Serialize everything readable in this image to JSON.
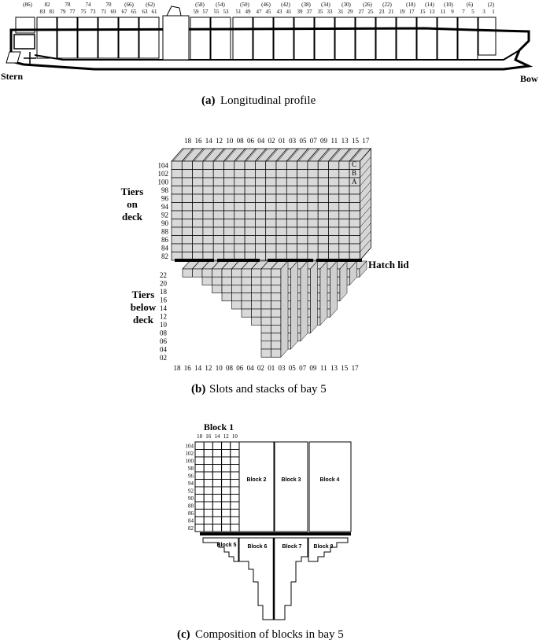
{
  "profile": {
    "top_bays": [
      "(86)",
      "82",
      "78",
      "74",
      "70",
      "(66)",
      "(62)",
      "(58)",
      "(54)",
      "(50)",
      "(46)",
      "(42)",
      "(38)",
      "(34)",
      "(30)",
      "(26)",
      "(22)",
      "(18)",
      "(14)",
      "(10)",
      "(6)",
      "(2)"
    ],
    "sub_bays": [
      "83",
      "81",
      "79",
      "77",
      "75",
      "73",
      "71",
      "69",
      "67",
      "65",
      "63",
      "61",
      "59",
      "57",
      "55",
      "53",
      "51",
      "49",
      "47",
      "45",
      "43",
      "41",
      "39",
      "37",
      "35",
      "33",
      "31",
      "29",
      "27",
      "25",
      "23",
      "21",
      "19",
      "17",
      "15",
      "13",
      "11",
      "9",
      "7",
      "5",
      "3",
      "1"
    ],
    "stern_label": "Stern",
    "bow_label": "Bow",
    "caption_letter": "(a)",
    "caption_text": "Longitudinal profile"
  },
  "bay": {
    "rows_top": [
      "18",
      "16",
      "14",
      "12",
      "10",
      "08",
      "06",
      "04",
      "02",
      "01",
      "03",
      "05",
      "07",
      "09",
      "11",
      "13",
      "15",
      "17"
    ],
    "rows_bottom": [
      "18",
      "16",
      "14",
      "12",
      "10",
      "08",
      "06",
      "04",
      "02",
      "01",
      "03",
      "05",
      "07",
      "09",
      "11",
      "13",
      "15",
      "17"
    ],
    "tiers_on_deck": [
      "104",
      "102",
      "100",
      "98",
      "96",
      "94",
      "92",
      "90",
      "88",
      "86",
      "84",
      "82"
    ],
    "tiers_below_deck": [
      "22",
      "20",
      "18",
      "16",
      "14",
      "12",
      "10",
      "08",
      "06",
      "04",
      "02"
    ],
    "label_on_deck": [
      "Tiers",
      "on",
      "deck"
    ],
    "label_below_deck": [
      "Tiers",
      "below",
      "deck"
    ],
    "hatch_label": "Hatch lid",
    "cba": [
      "C",
      "B",
      "A"
    ],
    "caption_letter": "(b)",
    "caption_text": "Slots and stacks of bay 5"
  },
  "blocks": {
    "title": "Block 1",
    "rows": [
      "18",
      "16",
      "14",
      "12",
      "10"
    ],
    "tiers": [
      "104",
      "102",
      "100",
      "98",
      "96",
      "94",
      "92",
      "90",
      "88",
      "86",
      "84",
      "82"
    ],
    "block_labels": [
      "Block 2",
      "Block 3",
      "Block 4",
      "Block 5",
      "Block 6",
      "Block 7",
      "Block 8"
    ],
    "caption_letter": "(c)",
    "caption_text": "Composition of blocks in bay 5"
  }
}
